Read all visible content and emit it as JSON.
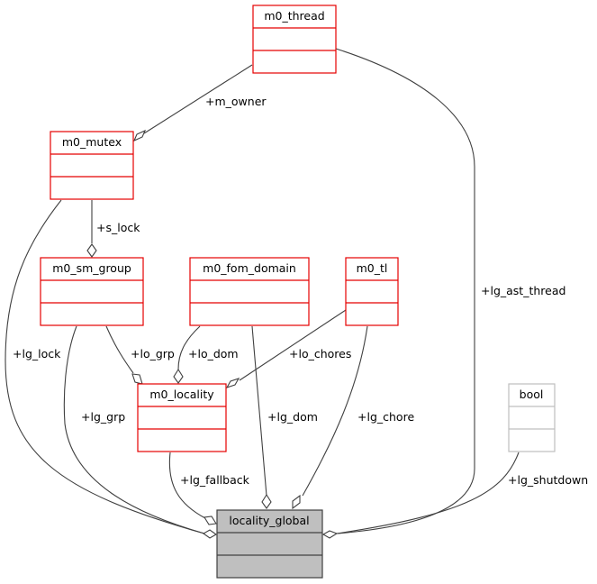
{
  "diagram": {
    "type": "collaboration-diagram",
    "nodes": {
      "m0_thread": {
        "label": "m0_thread",
        "border": "#e50000"
      },
      "m0_mutex": {
        "label": "m0_mutex",
        "border": "#e50000"
      },
      "m0_sm_group": {
        "label": "m0_sm_group",
        "border": "#e50000"
      },
      "m0_fom_domain": {
        "label": "m0_fom_domain",
        "border": "#e50000"
      },
      "m0_tl": {
        "label": "m0_tl",
        "border": "#e50000"
      },
      "m0_locality": {
        "label": "m0_locality",
        "border": "#e50000"
      },
      "bool": {
        "label": "bool",
        "border": "#bfbfbf"
      },
      "locality_global": {
        "label": "locality_global",
        "border": "#404040",
        "fill": "#bfbfbf"
      }
    },
    "edges": {
      "m_owner": {
        "label": "+m_owner",
        "from": "m0_thread",
        "to": "m0_mutex"
      },
      "s_lock": {
        "label": "+s_lock",
        "from": "m0_mutex",
        "to": "m0_sm_group"
      },
      "lg_lock": {
        "label": "+lg_lock",
        "from": "m0_mutex",
        "to": "locality_global"
      },
      "lg_grp": {
        "label": "+lg_grp",
        "from": "m0_sm_group",
        "to": "locality_global"
      },
      "lo_grp": {
        "label": "+lo_grp",
        "from": "m0_sm_group",
        "to": "m0_locality"
      },
      "lo_dom": {
        "label": "+lo_dom",
        "from": "m0_fom_domain",
        "to": "m0_locality"
      },
      "lo_chores": {
        "label": "+lo_chores",
        "from": "m0_tl",
        "to": "m0_locality"
      },
      "lg_dom": {
        "label": "+lg_dom",
        "from": "m0_fom_domain",
        "to": "locality_global"
      },
      "lg_chore": {
        "label": "+lg_chore",
        "from": "m0_tl",
        "to": "locality_global"
      },
      "lg_fallback": {
        "label": "+lg_fallback",
        "from": "m0_locality",
        "to": "locality_global"
      },
      "lg_ast_thread": {
        "label": "+lg_ast_thread",
        "from": "m0_thread",
        "to": "locality_global"
      },
      "lg_shutdown": {
        "label": "+lg_shutdown",
        "from": "bool",
        "to": "locality_global"
      }
    }
  }
}
